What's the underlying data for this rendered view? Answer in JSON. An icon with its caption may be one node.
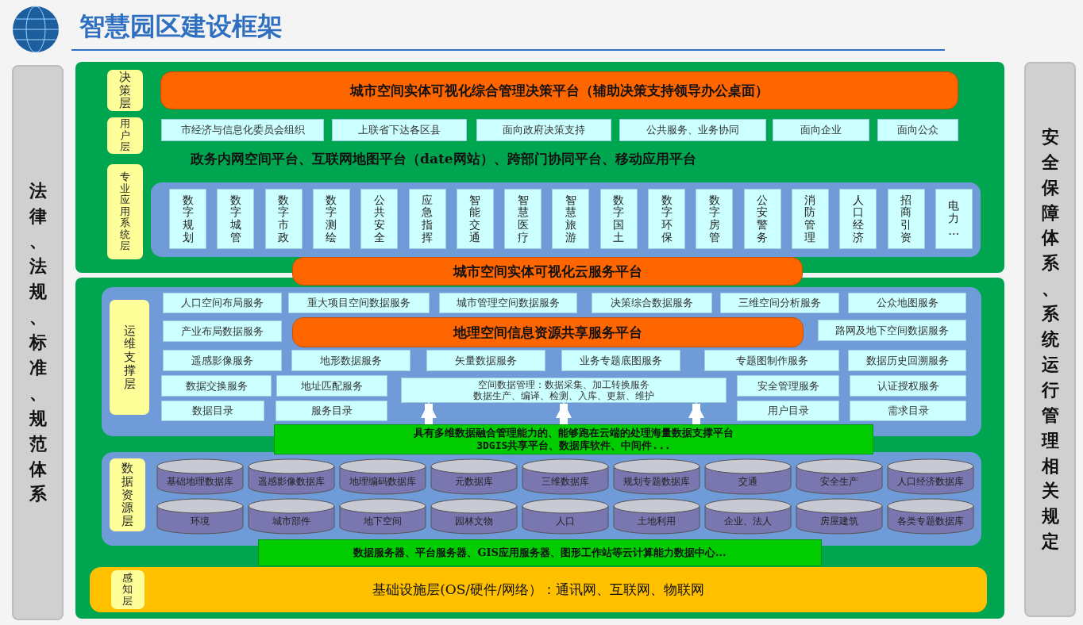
{
  "diagram": {
    "title": "智慧园区建设框架",
    "nodes": [
      {
        "text": [
          "法律、法规、标准、规范体系"
        ]
      },
      {
        "text": [
          "安全保障体系、系统运行管理相关规定"
        ]
      },
      {
        "text": [],
        "shape": "box"
      },
      {
        "text": [
          "决策层"
        ],
        "in": 2
      },
      {
        "text": [
          "城市空间实体可视化综合管理决策平台（辅助决策支持领导办公桌面）"
        ],
        "in": 2
      },
      {
        "text": [
          "用户层"
        ],
        "in": 2
      },
      {
        "text": [
          "市经济与信息化委员会组织"
        ],
        "in": 2
      },
      {
        "text": [
          "上联省下达各区县"
        ],
        "in": 2
      },
      {
        "text": [
          "面向政府决策支持"
        ],
        "in": 2
      },
      {
        "text": [
          "公共服务、业务协同"
        ],
        "in": 2
      },
      {
        "text": [
          "面向企业"
        ],
        "in": 2
      },
      {
        "text": [
          "面向公众"
        ],
        "in": 2
      },
      {
        "text": [
          "专业应用系统层"
        ],
        "in": 2
      },
      {
        "text": [],
        "shape": "box",
        "in": 2
      },
      {
        "text": [
          "数字规划"
        ],
        "in": 13
      },
      {
        "text": [
          "数字城管"
        ],
        "in": 13
      },
      {
        "text": [
          "数字市政"
        ],
        "in": 13
      },
      {
        "text": [
          "数字测绘"
        ],
        "in": 13
      },
      {
        "text": [
          "公共安全"
        ],
        "in": 13
      },
      {
        "text": [
          "应急指挥"
        ],
        "in": 13
      },
      {
        "text": [
          "智能交通"
        ],
        "in": 13
      },
      {
        "text": [
          "智慧医疗"
        ],
        "in": 13
      },
      {
        "text": [
          "智慧旅游"
        ],
        "in": 13
      },
      {
        "text": [
          "数字国土"
        ],
        "in": 13
      },
      {
        "text": [
          "数字环保"
        ],
        "in": 13
      },
      {
        "text": [
          "数字房管"
        ],
        "in": 13
      },
      {
        "text": [
          "公安警务"
        ],
        "in": 13
      },
      {
        "text": [
          "消防管理"
        ],
        "in": 13
      },
      {
        "text": [
          "人口经济"
        ],
        "in": 13
      },
      {
        "text": [
          "招商引资"
        ],
        "in": 13
      },
      {
        "text": [
          "电力…"
        ],
        "in": 13
      },
      {
        "text": [
          "城市空间实体可视化云服务平台"
        ]
      },
      {
        "text": [],
        "shape": "box"
      },
      {
        "text": [],
        "shape": "box",
        "in": 32
      },
      {
        "text": [
          "运维支撑层"
        ],
        "in": 33
      },
      {
        "text": [
          "人口空间布局服务"
        ],
        "in": 33
      },
      {
        "text": [
          "重大项目空间数据服务"
        ],
        "in": 33
      },
      {
        "text": [
          "城市管理空间数据服务"
        ],
        "in": 33
      },
      {
        "text": [
          "决策综合数据服务"
        ],
        "in": 33
      },
      {
        "text": [
          "三维空间分析服务"
        ],
        "in": 33
      },
      {
        "text": [
          "公众地图服务"
        ],
        "in": 33
      },
      {
        "text": [
          "产业布局数据服务"
        ],
        "in": 33
      },
      {
        "text": [
          "地理空间信息资源共享服务平台"
        ],
        "in": 33
      },
      {
        "text": [
          "路网及地下空间数据服务"
        ],
        "in": 33
      },
      {
        "text": [
          "遥感影像服务"
        ],
        "in": 33
      },
      {
        "text": [
          "地形数据服务"
        ],
        "in": 33
      },
      {
        "text": [
          "矢量数据服务"
        ],
        "in": 33
      },
      {
        "text": [
          "业务专题底图服务"
        ],
        "in": 33
      },
      {
        "text": [
          "专题图制作服务"
        ],
        "in": 33
      },
      {
        "text": [
          "数据历史回溯服务"
        ],
        "in": 33
      },
      {
        "text": [
          "数据交换服务"
        ],
        "in": 33
      },
      {
        "text": [
          "地址匹配服务"
        ],
        "in": 33
      },
      {
        "text": [
          "空间数据管理：数据采集、加工转换服务",
          "数据生产、编译、检测、入库、更新、维护"
        ],
        "in": 33
      },
      {
        "text": [
          "安全管理服务"
        ],
        "in": 33
      },
      {
        "text": [
          "认证授权服务"
        ],
        "in": 33
      },
      {
        "text": [
          "数据目录"
        ],
        "in": 33
      },
      {
        "text": [
          "服务目录"
        ],
        "in": 33
      },
      {
        "text": [
          "用户目录"
        ],
        "in": 33
      },
      {
        "text": [
          "需求目录"
        ],
        "in": 33
      },
      {
        "text": [
          "具有多维数据融合管理能力的、能够跑在云端的处理海量数据支撑平台",
          "3DGIS共享平台、数据库软件、中间件..."
        ],
        "in": 32
      },
      {
        "text": [],
        "shape": "box",
        "in": 32
      },
      {
        "text": [
          "数据资源层"
        ],
        "in": 60
      },
      {
        "text": [
          "基础地理数据库"
        ],
        "in": 60
      },
      {
        "text": [
          "遥感影像数据库"
        ],
        "in": 60
      },
      {
        "text": [
          "地理编码数据库"
        ],
        "in": 60
      },
      {
        "text": [
          "元数据库"
        ],
        "in": 60
      },
      {
        "text": [
          "三维数据库"
        ],
        "in": 60
      },
      {
        "text": [
          "规划专题数据库"
        ],
        "in": 60
      },
      {
        "text": [
          "交通"
        ],
        "in": 60
      },
      {
        "text": [
          "安全生产"
        ],
        "in": 60
      },
      {
        "text": [
          "人口经济数据库"
        ],
        "in": 60
      },
      {
        "text": [
          "环境"
        ],
        "in": 60
      },
      {
        "text": [
          "城市部件"
        ],
        "in": 60
      },
      {
        "text": [
          "地下空间"
        ],
        "in": 60
      },
      {
        "text": [
          "园林文物"
        ],
        "in": 60
      },
      {
        "text": [
          "人口"
        ],
        "in": 60
      },
      {
        "text": [
          "土地利用"
        ],
        "in": 60
      },
      {
        "text": [
          "企业、法人"
        ],
        "in": 60
      },
      {
        "text": [
          "房屋建筑"
        ],
        "in": 60
      },
      {
        "text": [
          "各类专题数据库"
        ],
        "in": 60
      },
      {
        "text": [
          "数据服务器、平台服务器、GIS应用服务器、图形工作站等云计算能力数据中心..."
        ],
        "in": 32
      },
      {
        "text": [
          "基础设施层(OS/硬件/网络）：通讯网、互联网、物联网"
        ],
        "in": 32
      },
      {
        "text": [
          "感知层"
        ],
        "in": 81
      }
    ],
    "edges": [
      {
        "from": 59,
        "to": 52,
        "arrow": "to"
      },
      {
        "from": 59,
        "to": 52,
        "arrow": "to"
      },
      {
        "from": 59,
        "to": 52,
        "arrow": "to"
      }
    ],
    "labels": [
      "政务内网空间平台、互联网地图平台（date网站）、跨部门协同平台、移动应用平台"
    ]
  }
}
